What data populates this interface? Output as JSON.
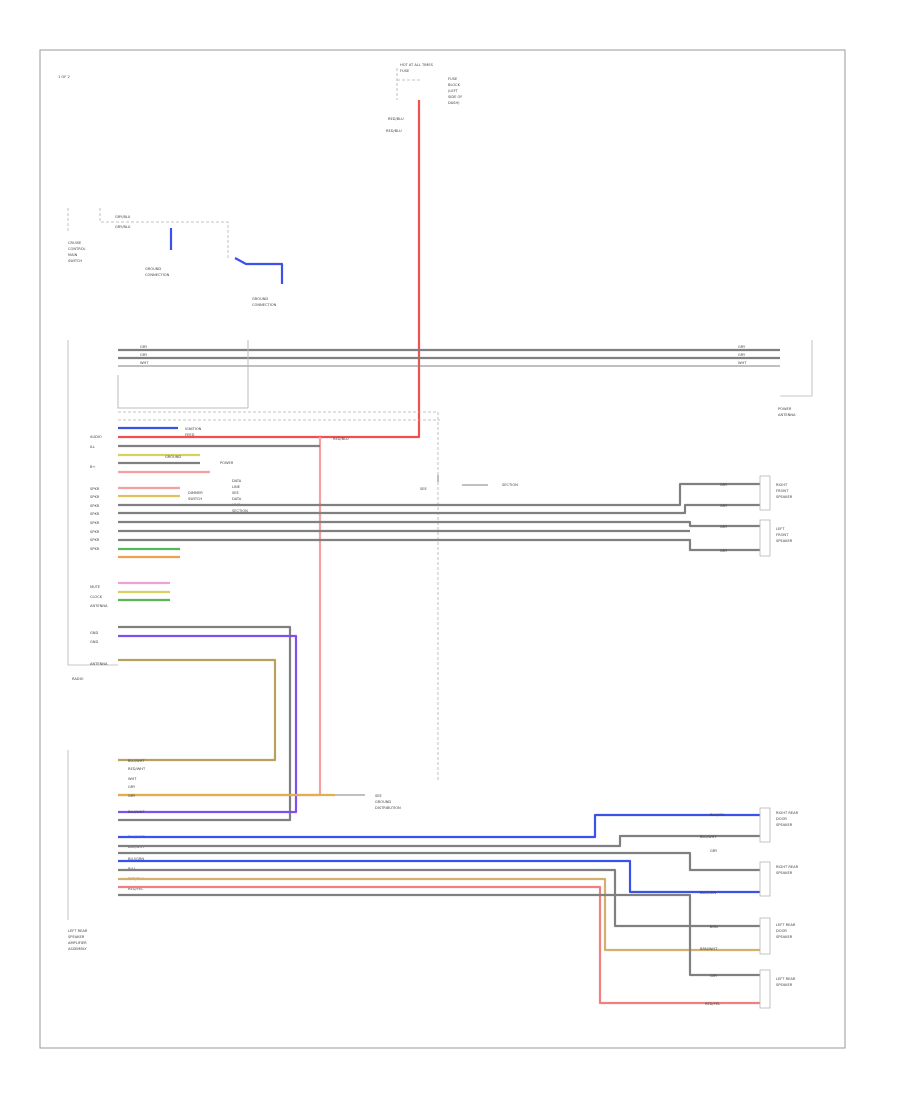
{
  "header": {
    "title": "1 OF 2",
    "footer_code": ""
  },
  "top_fuse": {
    "label_lines": [
      "HOT AT ALL TIMES",
      "FUSE"
    ],
    "desc_lines": [
      "FUSE",
      "BLOCK",
      "(LEFT",
      "SIDE OF",
      "DASH)"
    ],
    "wire_labels": [
      "RED/BLU",
      "RED/BLU"
    ]
  },
  "switch_block": {
    "label_lines": [
      "CRUISE",
      "CONTROL",
      "MAIN",
      "SWITCH"
    ],
    "wires": [
      "GRY/BLU",
      "GRY/BLU"
    ],
    "ground_1": [
      "GROUND",
      "CONNECTION"
    ],
    "ground_2": [
      "GROUND",
      "CONNECTION"
    ]
  },
  "main_unit": {
    "label": "RADIO",
    "pins": [
      "AUDIO",
      "ILL",
      "B+",
      "SPKR",
      "SPKR",
      "SPKR",
      "SPKR",
      "SPKR",
      "SPKR",
      "SPKR",
      "SPKR",
      "MUTE",
      "CLOCK",
      "ANTENNA",
      "GND",
      "GND",
      "ANTENNA"
    ]
  },
  "antenna": {
    "label_lines": [
      "POWER",
      "ANTENNA"
    ],
    "wires": [
      "GRY",
      "GRY",
      "WHT"
    ]
  },
  "mid_labels": {
    "ignition": [
      "IGNITION",
      "FEED"
    ],
    "ground": [
      "GROUND"
    ],
    "power": [
      "POWER"
    ],
    "dimmer": [
      "DIMMER",
      "SWITCH"
    ],
    "center": [
      "DATA",
      "LINE",
      "SEE",
      "DATA",
      "LINK",
      "SECTION"
    ],
    "right_ref": [
      "SEE",
      "SECTION"
    ]
  },
  "front_speakers": {
    "right": [
      "RIGHT",
      "FRONT",
      "SPEAKER"
    ],
    "left": [
      "LEFT",
      "FRONT",
      "SPEAKER"
    ],
    "wires": [
      "GRY",
      "GRY",
      "GRY",
      "GRY"
    ]
  },
  "rear_unit": {
    "label_lines": [
      "LEFT REAR",
      "SPEAKER",
      "AMPLIFIER",
      "ASSEMBLY"
    ],
    "ref_lines": [
      "SEE",
      "GROUND",
      "DISTRIBUTION"
    ],
    "wires": [
      "BLU/WHT",
      "RED/WHT",
      "WHT",
      "GRY",
      "GRY",
      "BLU/WHT",
      "BLU/WHT",
      "BLU/WHT",
      "BLU/GRN",
      "BLU",
      "RED/BLK",
      "RED/YEL"
    ]
  },
  "rear_speakers": {
    "rr_door": [
      "RIGHT REAR",
      "DOOR",
      "SPEAKER"
    ],
    "rr": [
      "RIGHT REAR",
      "SPEAKER"
    ],
    "lr_door": [
      "LEFT REAR",
      "DOOR",
      "SPEAKER"
    ],
    "lr": [
      "LEFT REAR",
      "SPEAKER"
    ],
    "wires": [
      "BLU/YEL",
      "BLU/WHT",
      "GRY",
      "BLU/GRN",
      "BRN",
      "BRN/WHT",
      "GRY",
      "RED/YEL"
    ]
  },
  "colors": {
    "red": "#f05050",
    "red_soft": "#f4a0a0",
    "gray": "#808080",
    "blue": "#3a52e8",
    "purple": "#8050ee",
    "tan": "#b8a060",
    "yellow": "#d8d060",
    "green": "#58b858",
    "pink": "#f0a0d8"
  }
}
